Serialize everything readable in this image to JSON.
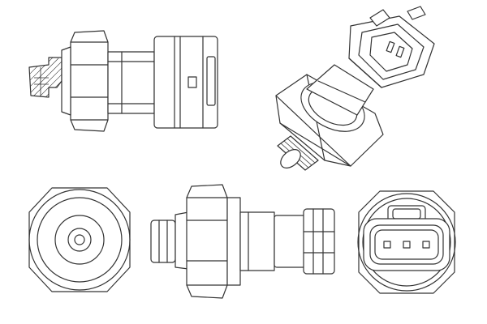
{
  "drawing": {
    "subject": "pressure switch",
    "views": [
      "side-section",
      "isometric",
      "front-thread",
      "side-elevation",
      "connector-face"
    ],
    "line_color": "#333333",
    "background": "#ffffff"
  }
}
